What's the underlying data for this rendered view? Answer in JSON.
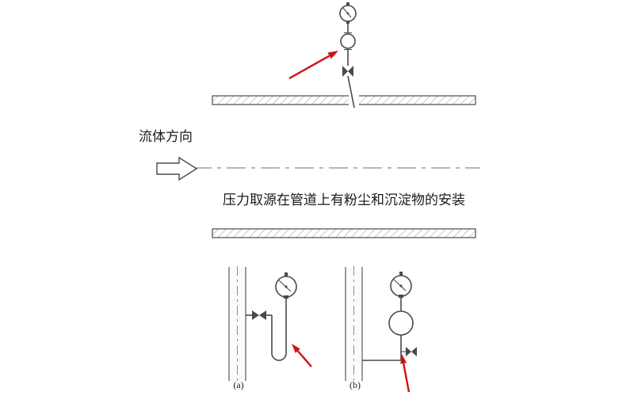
{
  "diagram": {
    "flow_label": "流体方向",
    "caption": "压力取源在管道上有粉尘和沉淀物的安装",
    "figure_a_label": "(a)",
    "figure_b_label": "(b)"
  },
  "icons": {
    "top_assembly": [
      "pressure-gauge-icon",
      "siphon-ring-icon",
      "valve-icon",
      "tap-tube"
    ],
    "figure_a": [
      "valve-icon",
      "u-siphon-tube",
      "pressure-gauge-icon"
    ],
    "figure_b": [
      "pressure-gauge-icon",
      "ring-siphon-icon",
      "valve-icon"
    ],
    "annotations": [
      "red-arrow",
      "red-arrow",
      "red-arrow"
    ]
  },
  "colors": {
    "line": "#4a4a4a",
    "hatch": "#9a9a9a",
    "centerline": "#8c8c8c",
    "red_arrow": "#cc1414",
    "text": "#1a1a1a"
  }
}
